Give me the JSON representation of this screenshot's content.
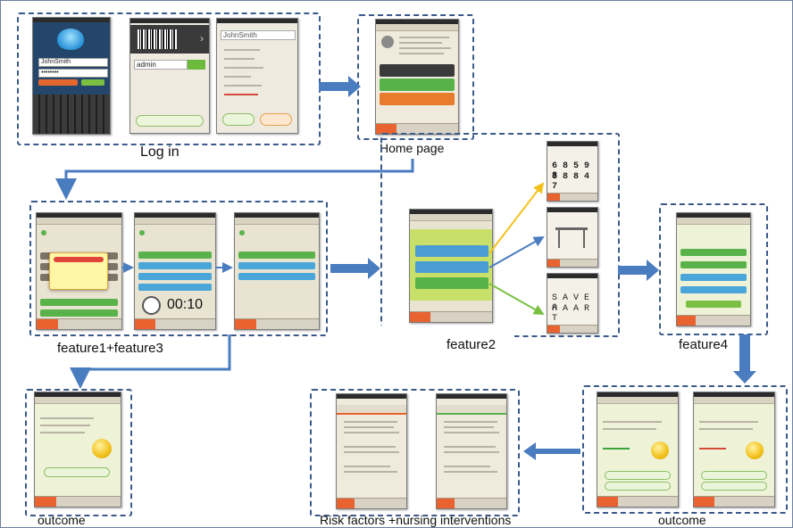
{
  "labels": {
    "login": "Log in",
    "home": "Home page",
    "f13": "feature1+feature3",
    "f2": "feature2",
    "f4": "feature4",
    "outcome_left": "outcome",
    "outcome_right": "outcome",
    "risk": "Risk factors +nursing  interventions"
  },
  "screens": {
    "username1": "JohnSmith",
    "password": "••••••••",
    "username2": "admin",
    "username3": "JohnSmith",
    "timer": "00:10",
    "digits_row1": "6 8 5 9 8",
    "digits_row2": "3 8 8 4 7",
    "words_row1": "S A V E A",
    "words_row2": "H A A R T"
  },
  "colors": {
    "group_border": "#3b5a8a",
    "arrow": "#4a7cc0",
    "arrow_yellow": "#f2c21b",
    "arrow_blue": "#4a7cc0",
    "arrow_green": "#7ac143",
    "nav_active": "#e8632f",
    "menu_green": "#5ab34a",
    "menu_blue": "#3e8ed0"
  }
}
